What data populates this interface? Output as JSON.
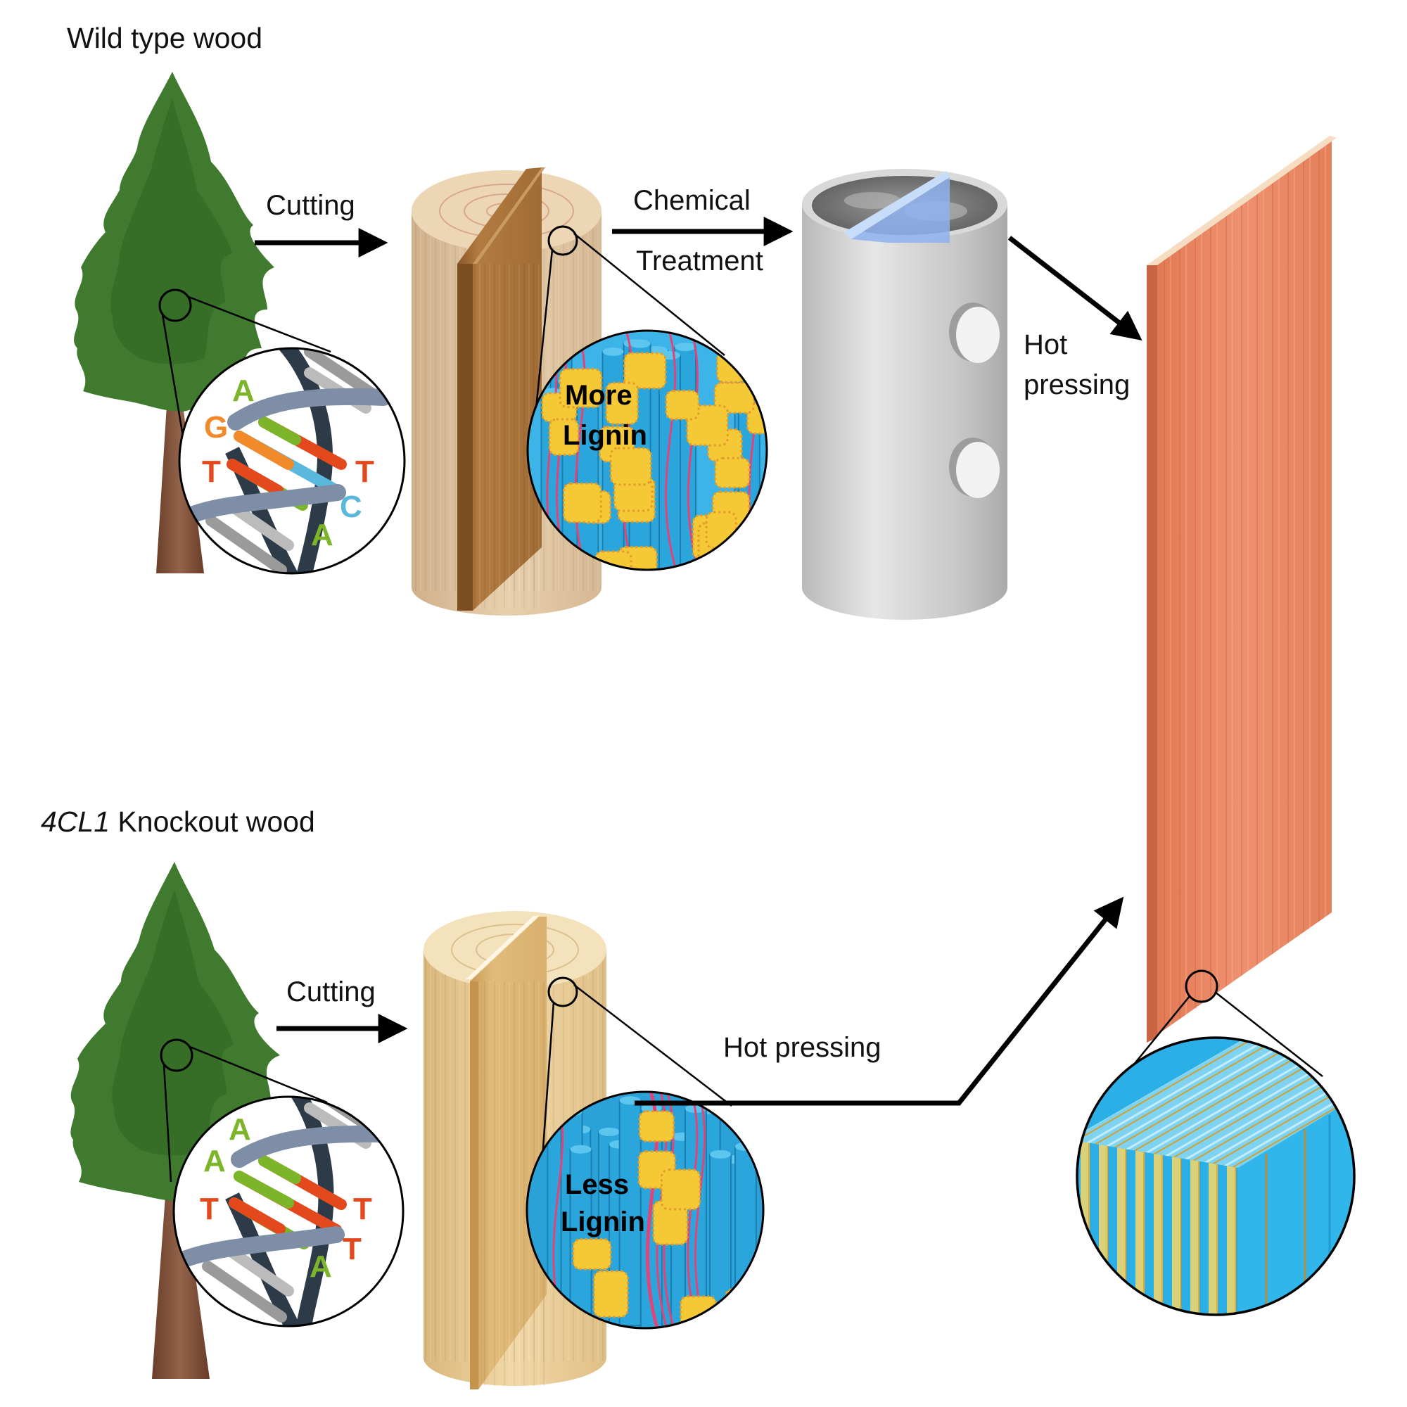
{
  "figure": {
    "rows": [
      {
        "id": "wild-type",
        "title": "Wild type wood",
        "title_italic_prefix": "",
        "dna_bases": [
          {
            "letter": "A",
            "color": "#7db52a"
          },
          {
            "letter": "G",
            "color": "#f08a2a"
          },
          {
            "letter": "T",
            "color": "#e4491e"
          },
          {
            "letter": "T",
            "color": "#e4491e"
          },
          {
            "letter": "C",
            "color": "#5ab8dd"
          },
          {
            "letter": "A",
            "color": "#7db52a"
          }
        ],
        "step1_label": "Cutting",
        "lignin_label_line1": "More",
        "lignin_label_line2": "Lignin",
        "step2_label_line1": "Chemical",
        "step2_label_line2": "Treatment",
        "step3_label_line1": "Hot",
        "step3_label_line2": "pressing"
      },
      {
        "id": "knockout",
        "title": "Knockout wood",
        "title_italic_prefix": "4CL1",
        "dna_bases": [
          {
            "letter": "A",
            "color": "#7db52a"
          },
          {
            "letter": "A",
            "color": "#7db52a"
          },
          {
            "letter": "T",
            "color": "#e4491e"
          },
          {
            "letter": "T",
            "color": "#e4491e"
          },
          {
            "letter": "T",
            "color": "#e4491e"
          },
          {
            "letter": "A",
            "color": "#7db52a"
          }
        ],
        "step1_label": "Cutting",
        "lignin_label_line1": "Less",
        "lignin_label_line2": "Lignin",
        "step2_label": "Hot pressing"
      }
    ],
    "colors": {
      "tree_foliage": "#3f7a2e",
      "tree_trunk": "#7a4a32",
      "log_wild": "#e3c6a0",
      "plank_wild": "#a56f37",
      "log_knockout": "#ecd09a",
      "plank_knockout": "#d8ad6a",
      "cellulose": "#2aa6dc",
      "lignin": "#f5c836",
      "hemicellulose": "#e0457a",
      "vessel": "#c9c9c9",
      "board": "#e8835e",
      "arrow": "#000000"
    }
  }
}
